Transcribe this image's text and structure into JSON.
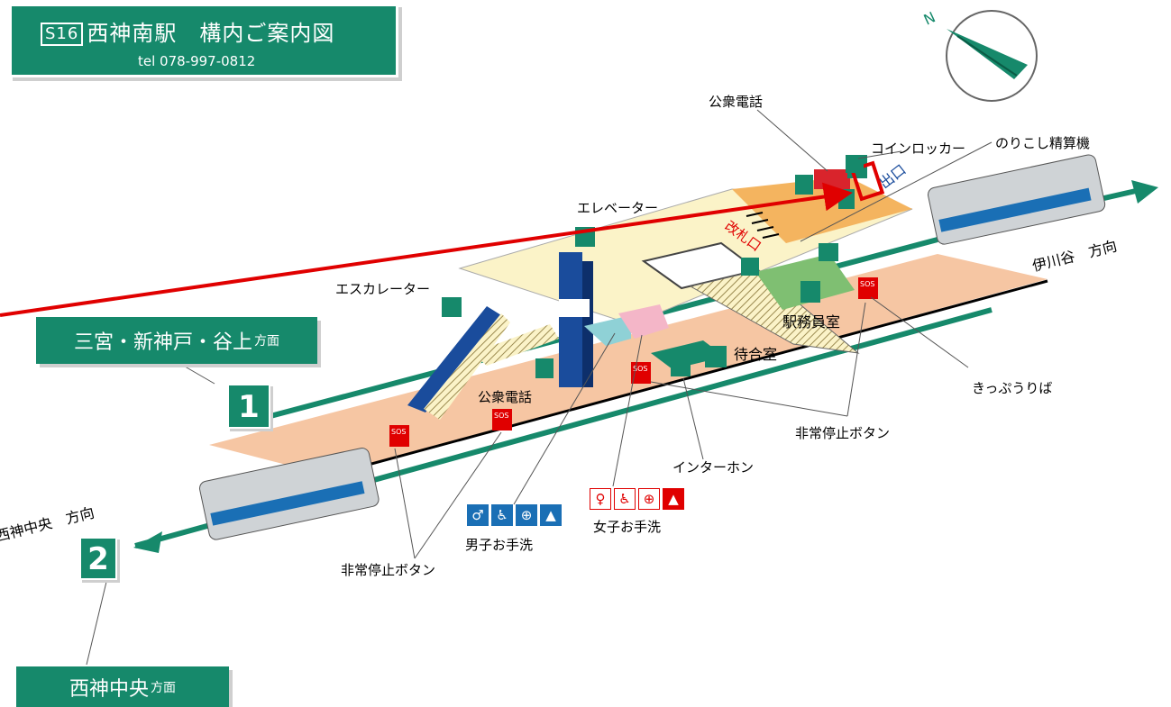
{
  "title": {
    "code": "S16",
    "station": "西神南駅　構内ご案内図",
    "tel": "tel 078-997-0812"
  },
  "destinations": {
    "platform1_main": "三宮・新神戸・谷上",
    "platform1_suffix": "方面",
    "platform2_main": "西神中央",
    "platform2_suffix": "方面",
    "platform1_number": "1",
    "platform2_number": "2"
  },
  "directions": {
    "east": "伊川谷　方向",
    "west": "西神中央　方向"
  },
  "labels": {
    "public_phone_top": "公衆電話",
    "coin_locker": "コインロッカー",
    "fare_adjust": "のりこし精算機",
    "exit": "出口",
    "ticket_gate": "改札口",
    "elevator": "エレベーター",
    "escalator": "エスカレーター",
    "office": "駅務員室",
    "waiting_room": "待合室",
    "public_phone_mid": "公衆電話",
    "ticket_sales": "きっぷうりば",
    "emergency_stop_right": "非常停止ボタン",
    "intercom": "インターホン",
    "emergency_stop_left": "非常停止ボタン",
    "mens_toilet": "男子お手洗",
    "womens_toilet": "女子お手洗"
  },
  "icons": {
    "mens_toilet": [
      "♂",
      "♿",
      "⊕",
      "▲"
    ],
    "womens_toilet": [
      "♀",
      "♿",
      "⊕",
      "▲"
    ],
    "sos_text": "SOS"
  },
  "colors": {
    "brand_green": "#16896b",
    "platform": "#f6c6a3",
    "concourse": "#fbf3c8",
    "gate_area": "#f4b45f",
    "highlight": "#e00000",
    "escalator_blue": "#1a4c9c"
  }
}
